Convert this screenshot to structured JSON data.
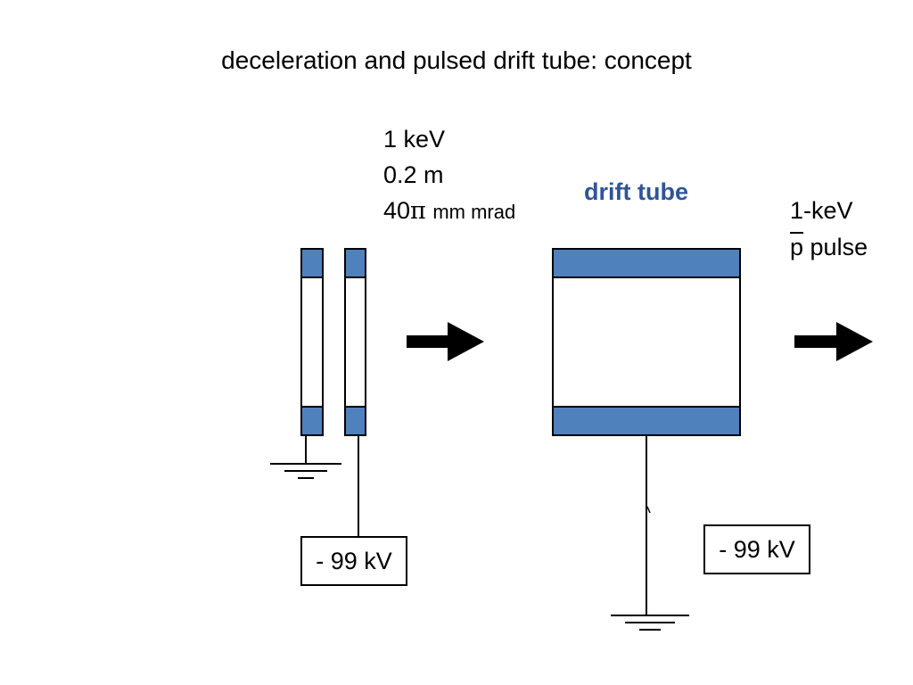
{
  "title": "deceleration and pulsed drift tube:  concept",
  "beam": {
    "energy": "1 keV",
    "size": "0.2 m",
    "emittance_value": "40",
    "emittance_symbol": "π",
    "emittance_unit": "mm mrad"
  },
  "drift_tube": {
    "label": "drift tube",
    "label_color": "#2f5597"
  },
  "output": {
    "line1": "1-keV",
    "pbar": "p",
    "pulse": " pulse"
  },
  "voltages": {
    "left": "- 99 kV",
    "right": "- 99 kV"
  },
  "colors": {
    "electrode_blue": "#4f81bd",
    "outline": "#000000"
  }
}
